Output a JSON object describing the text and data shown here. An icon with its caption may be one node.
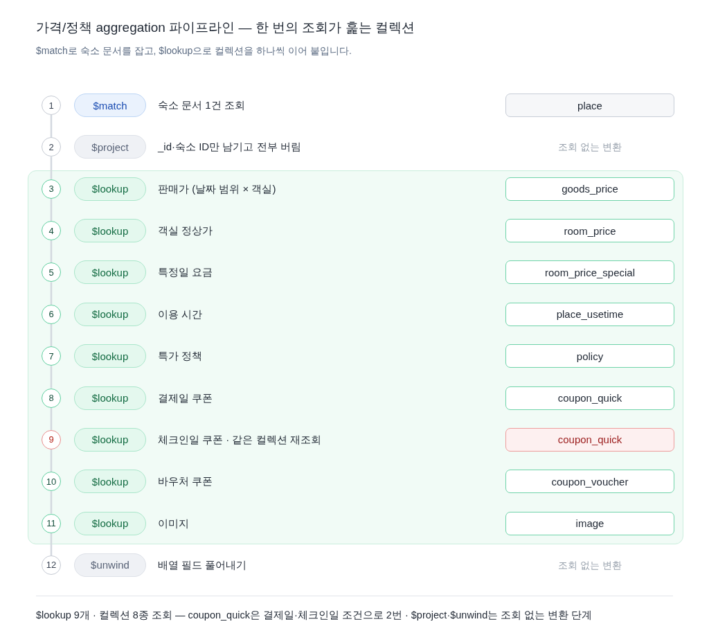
{
  "diagram": {
    "title": "가격/정책 aggregation 파이프라인 — 한 번의 조회가 훑는 컬렉션",
    "caption": "$lookup 9개 · 컬렉션 8종 조회 — coupon_quick은 결제일·체크인일 조건으로 2번 · $project·$unwind는 조회 없는 변환 단계",
    "nodes": [
      {
        "text": [
          "1"
        ]
      },
      {
        "text": [
          "$match"
        ],
        "beside": [
          "숙소 문서 1건 조회"
        ]
      },
      {
        "text": [
          "place"
        ]
      },
      {
        "text": [
          "2"
        ]
      },
      {
        "text": [
          "$project"
        ],
        "beside": [
          "_id·숙소 ID만 남기고 전부 버림"
        ]
      },
      {
        "text": [],
        "shape": "box"
      },
      {
        "text": [
          "3"
        ],
        "in": 5
      },
      {
        "text": [
          "$lookup"
        ],
        "beside": [
          "판매가 (날짜 범위 × 객실)"
        ],
        "in": 5
      },
      {
        "text": [
          "goods_price"
        ],
        "in": 5
      },
      {
        "text": [
          "4"
        ],
        "in": 5
      },
      {
        "text": [
          "$lookup"
        ],
        "beside": [
          "객실 정상가"
        ],
        "in": 5
      },
      {
        "text": [
          "room_price"
        ],
        "in": 5
      },
      {
        "text": [
          "5"
        ],
        "in": 5
      },
      {
        "text": [
          "$lookup"
        ],
        "beside": [
          "특정일 요금"
        ],
        "in": 5
      },
      {
        "text": [
          "room_price_special"
        ],
        "in": 5
      },
      {
        "text": [
          "6"
        ],
        "in": 5
      },
      {
        "text": [
          "$lookup"
        ],
        "beside": [
          "이용 시간"
        ],
        "in": 5
      },
      {
        "text": [
          "place_usetime"
        ],
        "in": 5
      },
      {
        "text": [
          "7"
        ],
        "in": 5
      },
      {
        "text": [
          "$lookup"
        ],
        "beside": [
          "특가 정책"
        ],
        "in": 5
      },
      {
        "text": [
          "policy"
        ],
        "in": 5
      },
      {
        "text": [
          "8"
        ],
        "in": 5
      },
      {
        "text": [
          "$lookup"
        ],
        "beside": [
          "결제일 쿠폰"
        ],
        "in": 5
      },
      {
        "text": [
          "coupon_quick"
        ],
        "in": 5
      },
      {
        "text": [
          "9"
        ],
        "in": 5
      },
      {
        "text": [
          "$lookup"
        ],
        "beside": [
          "체크인일 쿠폰 · 같은 컬렉션 재조회"
        ],
        "in": 5
      },
      {
        "text": [
          "coupon_quick"
        ],
        "in": 5
      },
      {
        "text": [
          "10"
        ],
        "in": 5
      },
      {
        "text": [
          "$lookup"
        ],
        "beside": [
          "바우처 쿠폰"
        ],
        "in": 5
      },
      {
        "text": [
          "coupon_voucher"
        ],
        "in": 5
      },
      {
        "text": [
          "11"
        ],
        "in": 5
      },
      {
        "text": [
          "$lookup"
        ],
        "beside": [
          "이미지"
        ],
        "in": 5
      },
      {
        "text": [
          "image"
        ],
        "in": 5
      },
      {
        "text": [
          "12"
        ]
      },
      {
        "text": [
          "$unwind"
        ],
        "beside": [
          "배열 필드 풀어내기"
        ]
      }
    ],
    "edges": [
      {
        "from": 0,
        "to": 3,
        "arrow": "none"
      },
      {
        "from": 3,
        "to": 6,
        "arrow": "none"
      },
      {
        "from": 6,
        "to": 9,
        "arrow": "none"
      },
      {
        "from": 9,
        "to": 12,
        "arrow": "none"
      },
      {
        "from": 12,
        "to": 15,
        "arrow": "none"
      },
      {
        "from": 15,
        "to": 18,
        "arrow": "none"
      },
      {
        "from": 18,
        "to": 21,
        "arrow": "none"
      },
      {
        "from": 21,
        "to": 24,
        "arrow": "none"
      },
      {
        "from": 24,
        "to": 27,
        "arrow": "none"
      },
      {
        "from": 27,
        "to": 30,
        "arrow": "none"
      },
      {
        "from": 30,
        "to": 33,
        "arrow": "none"
      }
    ],
    "labels": [
      "$match로 숙소 문서를 잡고, $lookup으로 컬렉션을 하나씩 이어 붙입니다.",
      "조회 없는 변환",
      "조회 없는 변환"
    ]
  }
}
